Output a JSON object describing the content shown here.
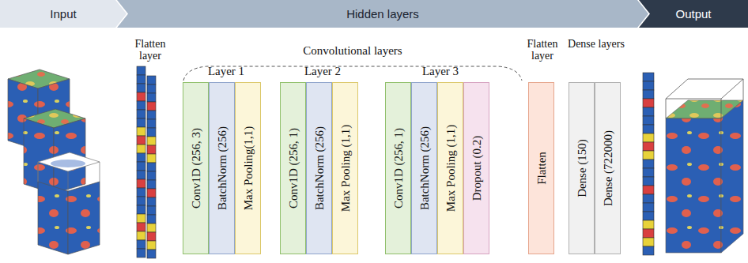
{
  "diagram": {
    "nodes": [
      {
        "text": [
          "Input"
        ]
      },
      {
        "text": [
          "Hidden layers"
        ]
      },
      {
        "text": [
          "Output"
        ]
      },
      {
        "text": [
          "Conv1D (256, 3)"
        ]
      },
      {
        "text": [
          "BatchNorm (256)"
        ]
      },
      {
        "text": [
          "Max Pooling(1,1)"
        ]
      },
      {
        "text": [
          "Conv1D (256, 1)"
        ]
      },
      {
        "text": [
          "BatchNorm (256)"
        ]
      },
      {
        "text": [
          "Max Pooling (1,1)"
        ]
      },
      {
        "text": [
          "Conv1D (256, 1)"
        ]
      },
      {
        "text": [
          "BatchNorm (256)"
        ]
      },
      {
        "text": [
          "Max Pooling (1,1)"
        ]
      },
      {
        "text": [
          "Dropout (0.2)"
        ]
      },
      {
        "text": [
          "Flatten"
        ]
      },
      {
        "text": [
          "Dense (150)"
        ]
      },
      {
        "text": [
          "Dense (722000)"
        ]
      }
    ],
    "labels": [
      "Flatten layer",
      "Convolutional layers",
      "Layer 1",
      "Layer 2",
      "Layer 3",
      "Flatten layer",
      "Dense layers"
    ]
  }
}
